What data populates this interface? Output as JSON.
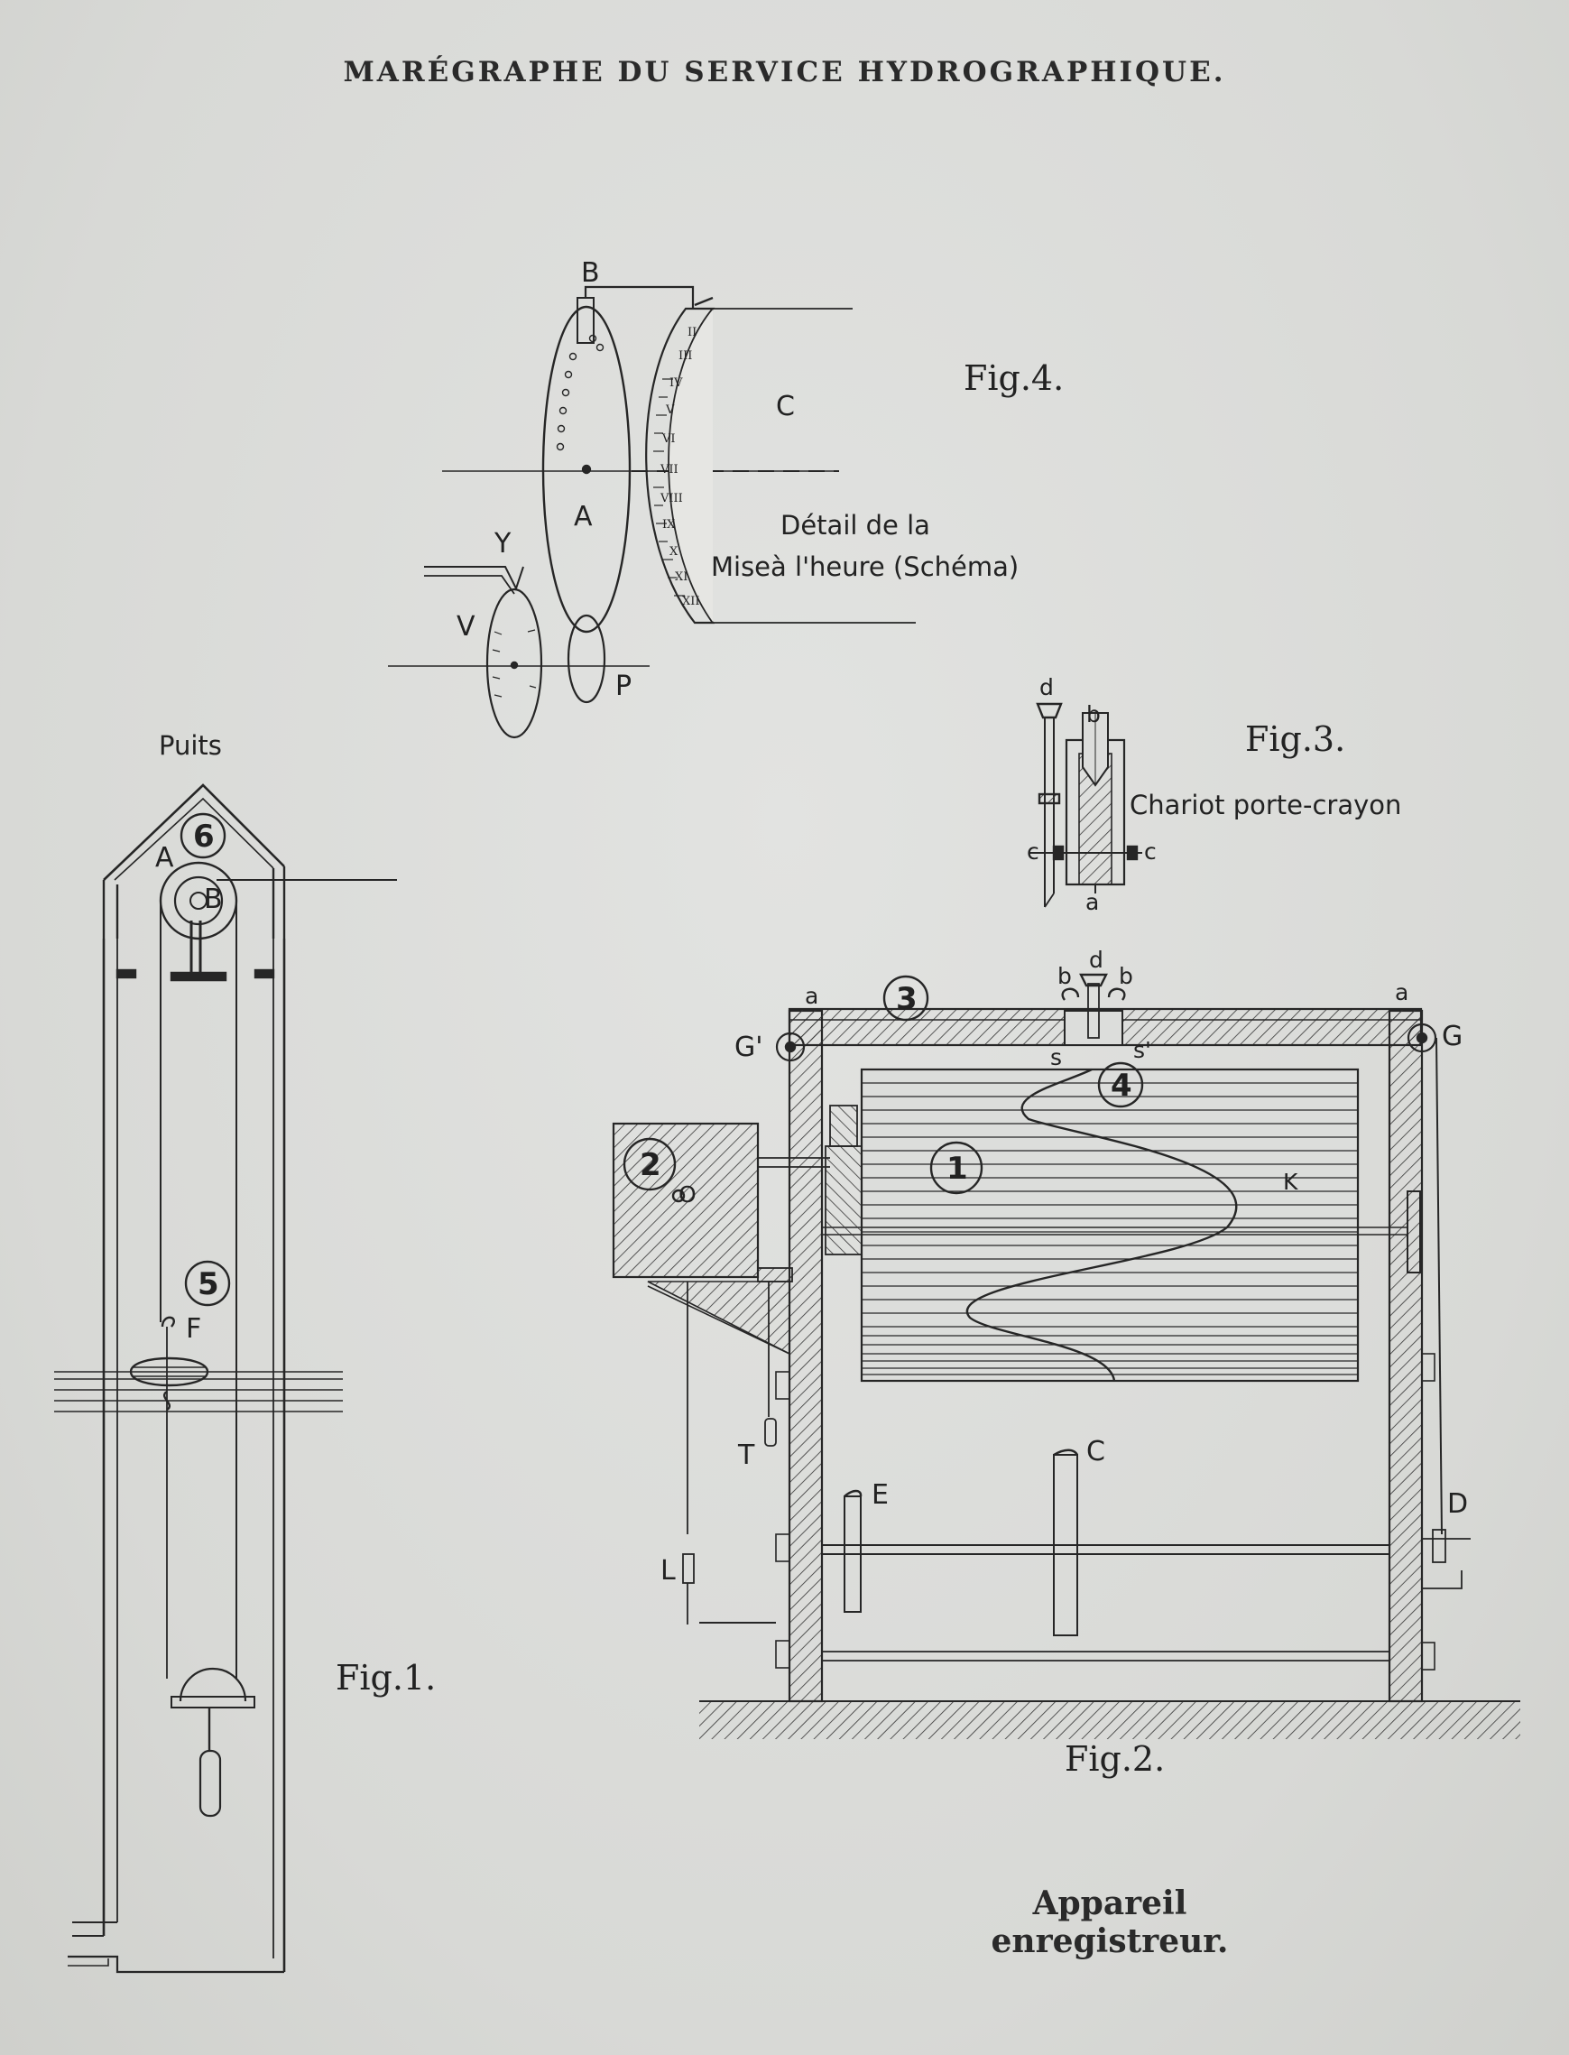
{
  "title": "MARÉGRAPHE DU SERVICE HYDROGRAPHIQUE.",
  "caption": "Appareil enregistreur.",
  "fig4": {
    "label": "Fig.4.",
    "note_line1": "Détail de la",
    "note_line2": "Miseà l'heure (Schéma)",
    "letters": {
      "B": "B",
      "C": "C",
      "A": "A",
      "Y": "Y",
      "V": "V",
      "P": "P"
    },
    "hours": [
      "II",
      "III",
      "IV",
      "V",
      "VI",
      "VII",
      "VIII",
      "IX",
      "X",
      "XI",
      "XII"
    ]
  },
  "fig3": {
    "label": "Fig.3.",
    "note": "Chariot porte-crayon",
    "letters": {
      "d": "d",
      "b": "b",
      "c_left": "c",
      "c_right": "c",
      "a": "a"
    }
  },
  "fig1": {
    "label": "Fig.1.",
    "well": "Puits",
    "letters": {
      "A": "A",
      "B": "B",
      "F": "F"
    },
    "markers": {
      "m5": "5",
      "m6": "6"
    }
  },
  "fig2": {
    "label": "Fig.2.",
    "letters": {
      "a_left": "a",
      "a_right": "a",
      "G_prime": "G'",
      "G": "G",
      "b_left": "b",
      "d": "d",
      "b_right": "b",
      "s": "s",
      "s_prime": "s'",
      "O": "O",
      "K": "K",
      "T": "T",
      "L": "L",
      "E": "E",
      "C": "C",
      "D": "D"
    },
    "markers": {
      "m1": "1",
      "m2": "2",
      "m3": "3",
      "m4": "4"
    }
  },
  "colors": {
    "ink": "#262626",
    "paper": "#dcdddb"
  }
}
